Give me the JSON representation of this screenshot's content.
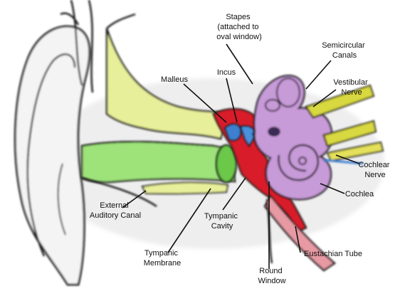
{
  "labels": {
    "stapes": [
      "Stapes",
      "(attached to",
      "oval window)"
    ],
    "semicircular_canals": [
      "Semicircular",
      "Canals"
    ],
    "incus": [
      "Incus"
    ],
    "malleus": [
      "Malleus"
    ],
    "vestibular_nerve": [
      "Vestibular",
      "Nerve"
    ],
    "cochlear_nerve": [
      "Cochlear",
      "Nerve"
    ],
    "cochlea": [
      "Cochlea"
    ],
    "external_auditory_canal": [
      "External",
      "Auditory Canal"
    ],
    "tympanic_cavity": [
      "Tympanic",
      "Cavity"
    ],
    "tympanic_membrane": [
      "Tympanic",
      "Membrane"
    ],
    "eustachian_tube": [
      "Eustachian Tube"
    ],
    "round_window": [
      "Round",
      "Window"
    ]
  },
  "colors": {
    "outer_ear_line": "#1a1a1a",
    "canal_skin": "#e8ef9a",
    "canal_green": "#8fe06a",
    "tympanic_membrane": "#6cc84a",
    "cavity_red": "#d81e2a",
    "cochlea_purple": "#c79ad8",
    "nerve_yellow": "#d8d840",
    "ossicle_blue": "#3e7fd0",
    "background": "#ffffff"
  }
}
